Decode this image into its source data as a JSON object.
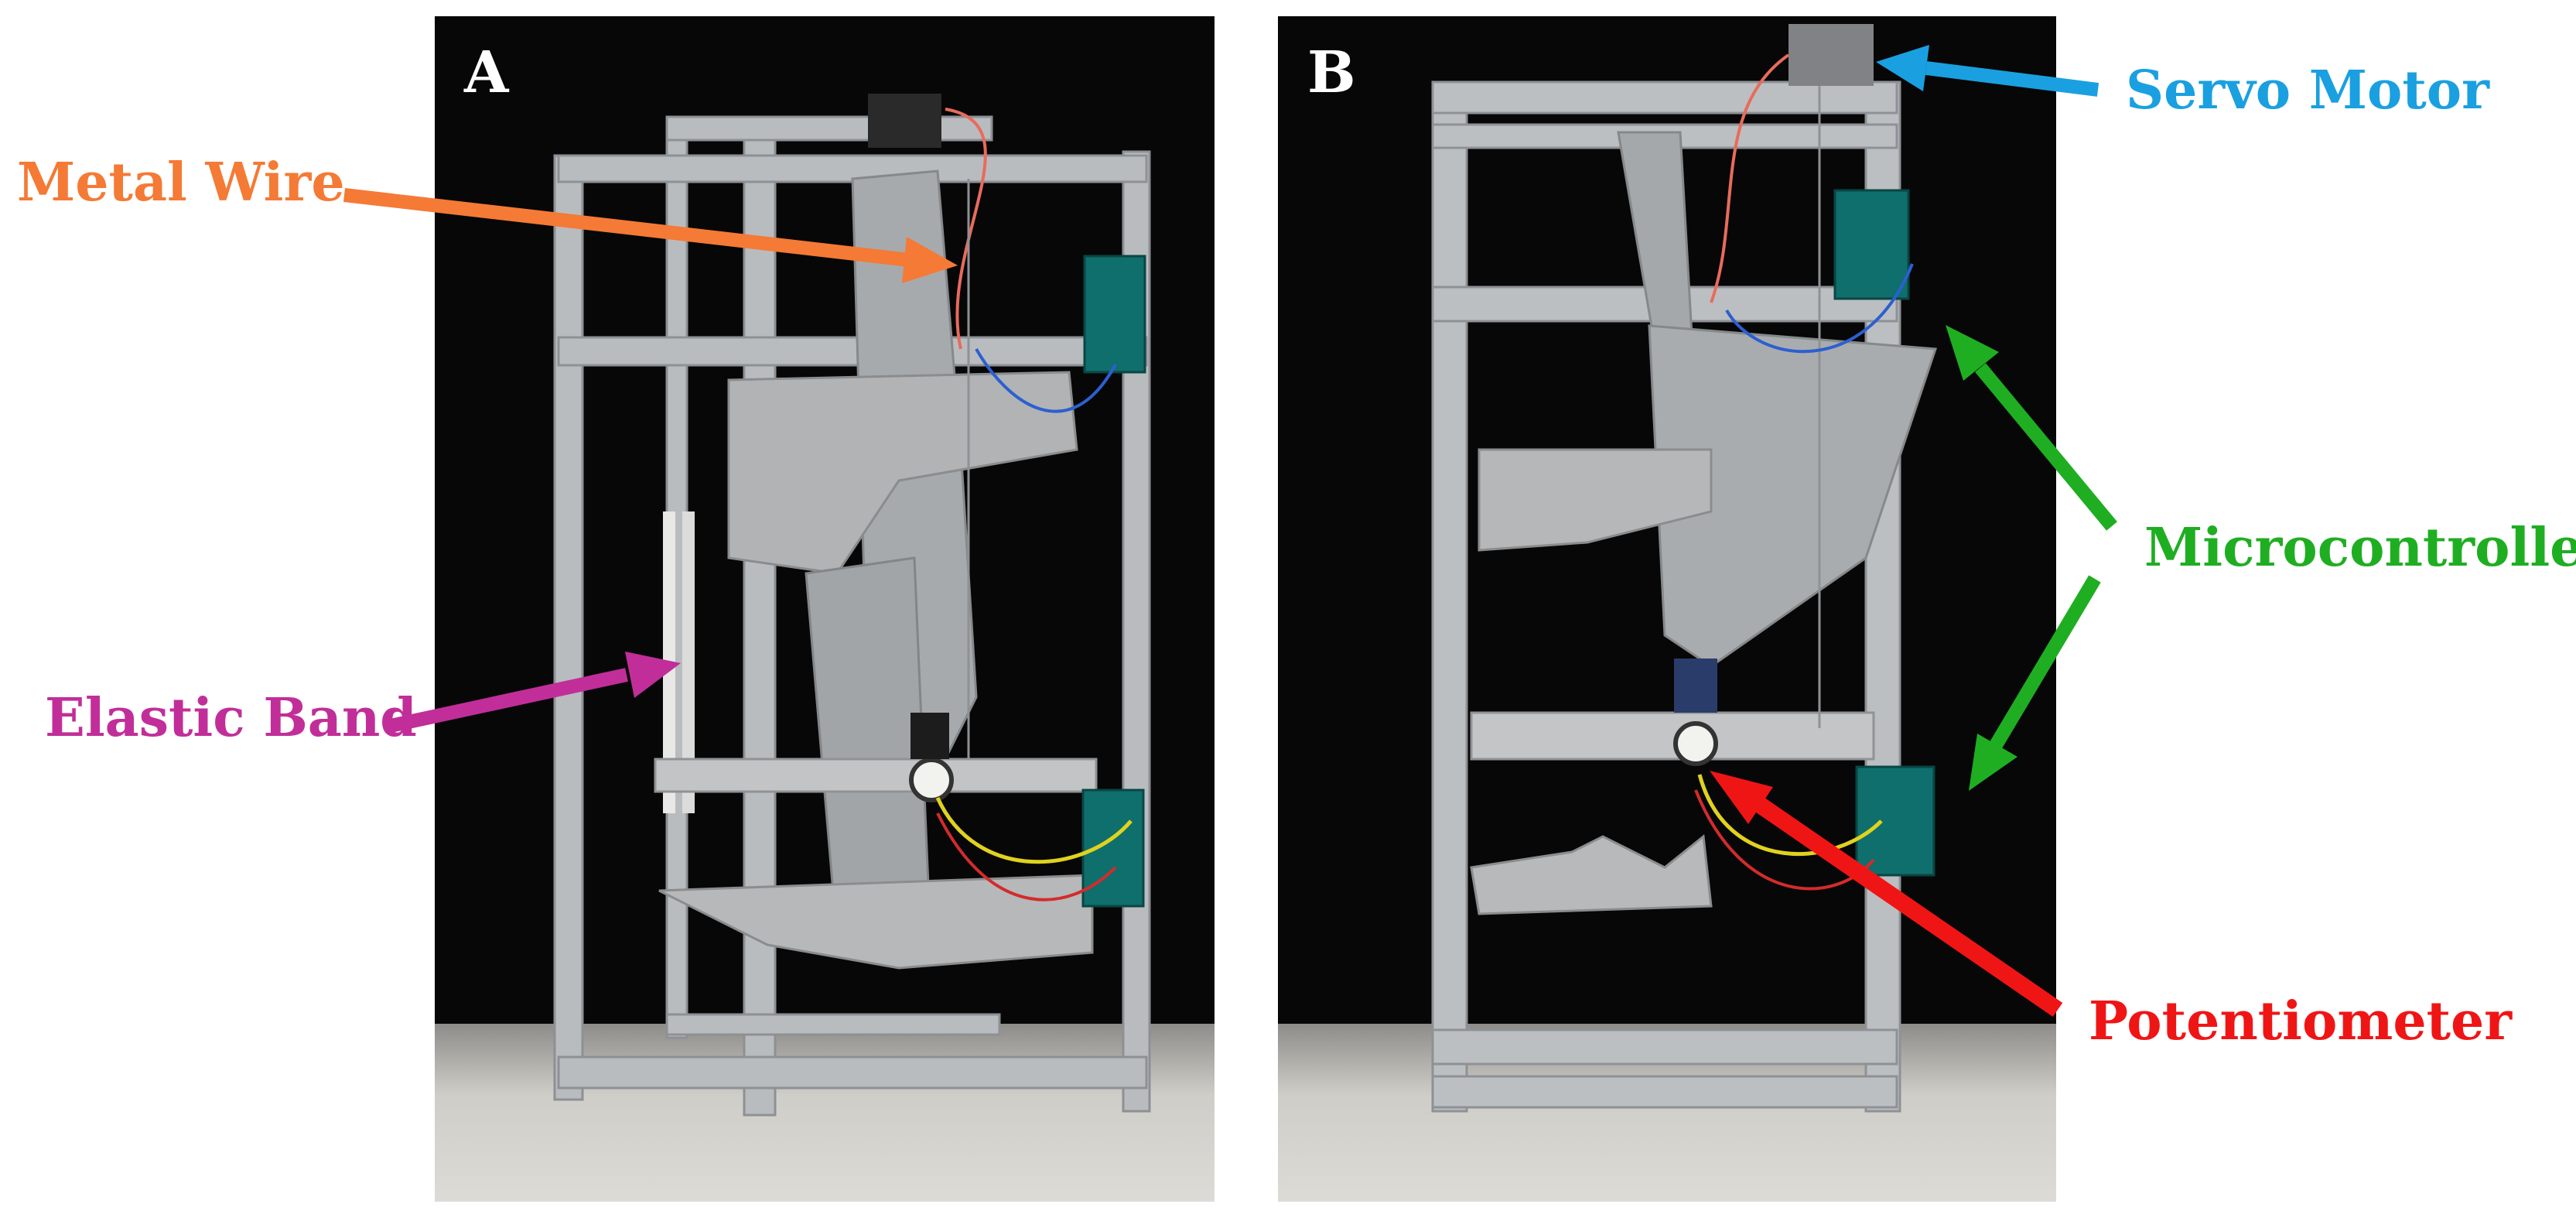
{
  "panels": [
    {
      "letter": "A"
    },
    {
      "letter": "B"
    }
  ],
  "callouts": {
    "metal_wire": {
      "text": "Metal Wire",
      "color": "#f47a35"
    },
    "elastic_band": {
      "text": "Elastic Band",
      "color": "#c12e99"
    },
    "servo_motor": {
      "text": "Servo Motor",
      "color": "#1aa0e0"
    },
    "microcontroller": {
      "text": "Microcontroller",
      "color": "#1fae22"
    },
    "potentiometer": {
      "text": "Potentiometer",
      "color": "#f01515"
    }
  }
}
